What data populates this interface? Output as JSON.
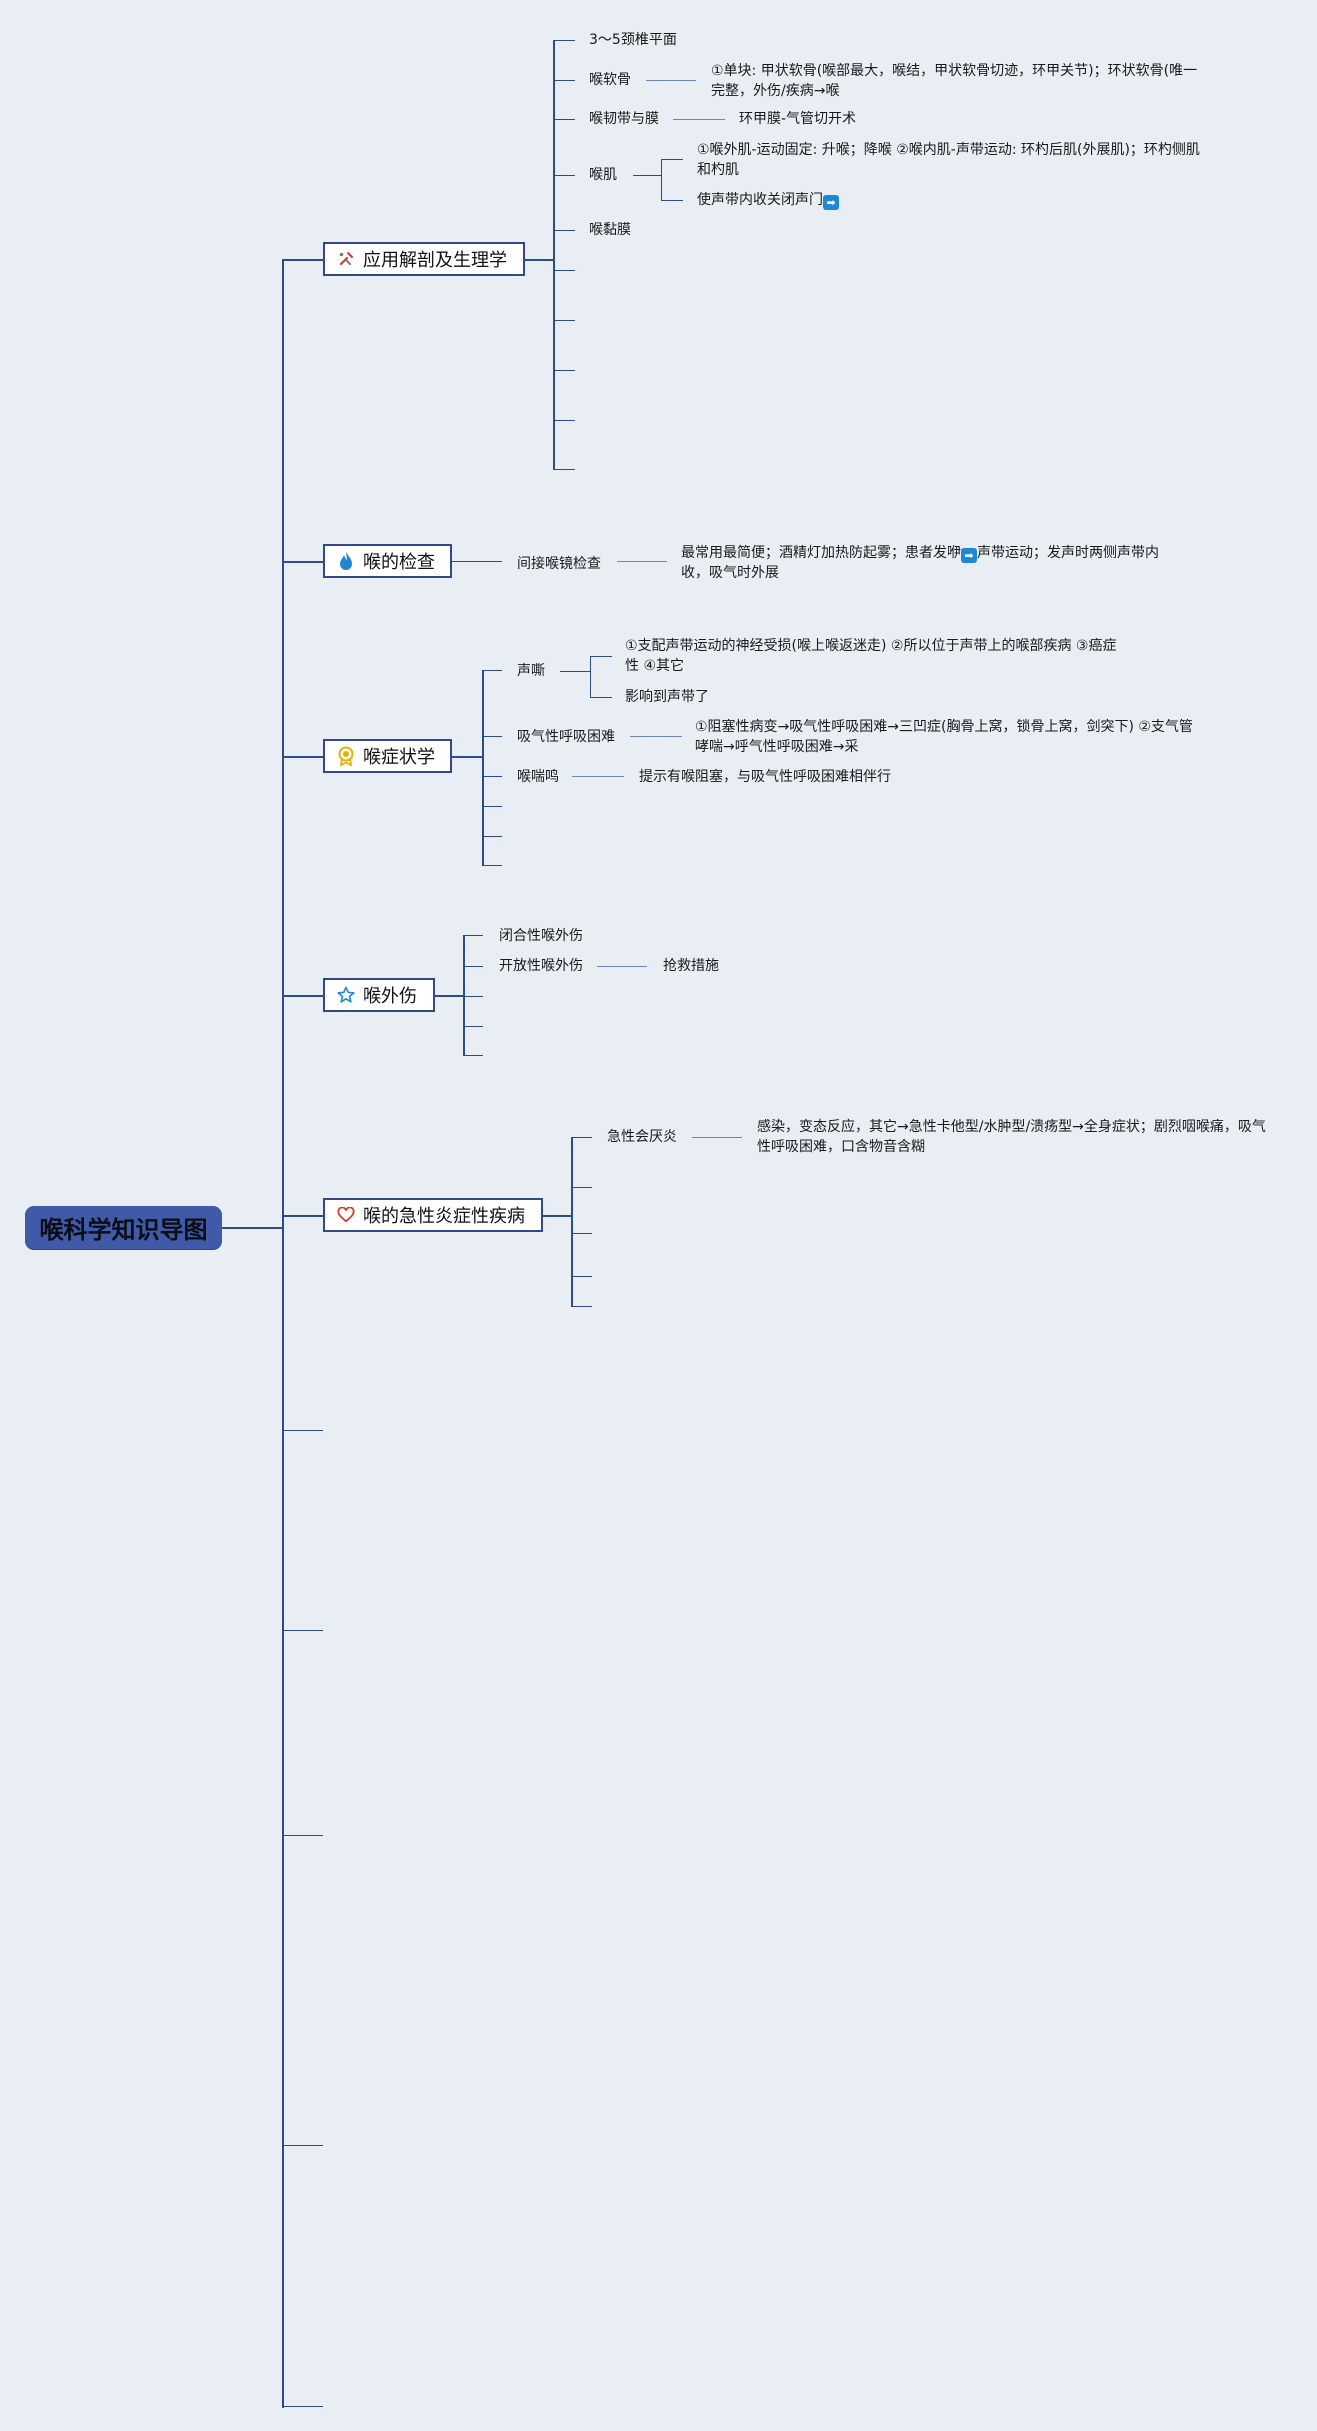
{
  "root": {
    "label": "喉科学知识导图"
  },
  "branches": [
    {
      "label": "应用解剖及生理学",
      "icon": "tools-icon",
      "items": [
        {
          "label": "3～5颈椎平面"
        },
        {
          "label": "喉软骨",
          "detail": "①单块: 甲状软骨(喉部最大，喉结，甲状软骨切迹，环甲关节)；环状软骨(唯一完整，外伤/疾病→喉"
        },
        {
          "label": "喉韧带与膜",
          "detail": "环甲膜-气管切开术"
        },
        {
          "label": "喉肌",
          "subs": [
            {
              "pre": "①喉外肌-运动固定: 升喉；降喉 ②喉内肌-声带运动: 环杓后肌(外展肌)；环杓侧肌和杓肌"
            },
            {
              "pre": "使声带内收关闭声门",
              "emoji": "➡"
            }
          ]
        },
        {
          "label": "喉黏膜"
        }
      ]
    },
    {
      "label": "喉的检查",
      "icon": "flame-icon",
      "items": [
        {
          "label": "间接喉镜检查",
          "detail_pre": "最常用最简便；酒精灯加热防起雾；患者发咿",
          "detail_emoji": "➡",
          "detail_post": "声带运动；发声时两侧声带内收，吸气时外展"
        }
      ]
    },
    {
      "label": "喉症状学",
      "icon": "badge-icon",
      "items": [
        {
          "label": "声嘶",
          "subs": [
            {
              "pre": "①支配声带运动的神经受损(喉上喉返迷走) ②所以位于声带上的喉部疾病 ③癌症性 ④其它"
            },
            {
              "pre": "影响到声带了"
            }
          ]
        },
        {
          "label": "吸气性呼吸困难",
          "detail": "①阻塞性病变→吸气性呼吸困难→三凹症(胸骨上窝，锁骨上窝，剑突下) ②支气管哮喘→呼气性呼吸困难→采"
        },
        {
          "label": "喉喘鸣",
          "detail": "提示有喉阻塞，与吸气性呼吸困难相伴行"
        }
      ]
    },
    {
      "label": "喉外伤",
      "icon": "star-icon",
      "items": [
        {
          "label": "闭合性喉外伤"
        },
        {
          "label": "开放性喉外伤",
          "detail": "抢救措施"
        }
      ]
    },
    {
      "label": "喉的急性炎症性疾病",
      "icon": "heart-icon",
      "items": [
        {
          "label": "急性会厌炎",
          "detail": "感染，变态反应，其它→急性卡他型/水肿型/溃疡型→全身症状；剧烈咽喉痛，吸气性呼吸困难，口含物音含糊"
        }
      ]
    }
  ]
}
